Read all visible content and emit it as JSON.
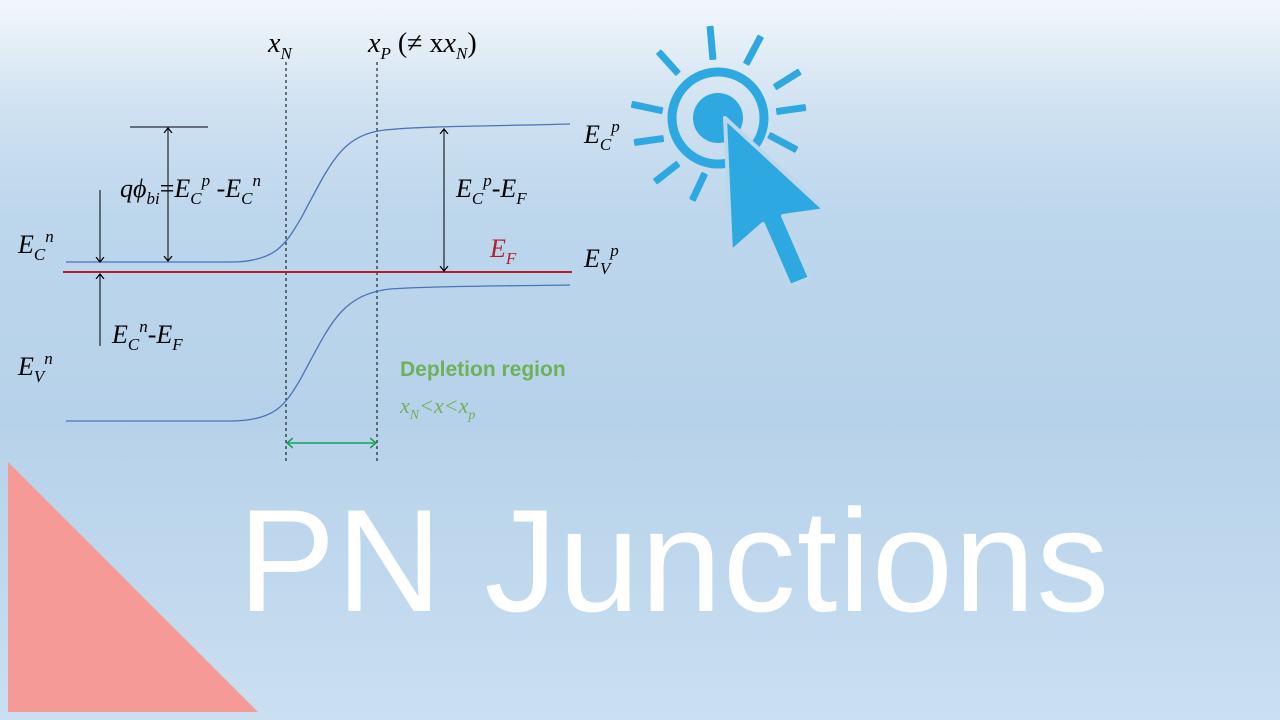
{
  "title": "PN Junctions",
  "diagram": {
    "boundary_left": {
      "base": "x",
      "sub": "N"
    },
    "boundary_right": {
      "base": "x",
      "sub": "P",
      "note": "(≠ x",
      "note_sub": "N",
      "note_close": ")"
    },
    "builtin_potential": {
      "q": "q",
      "phi": "ϕ",
      "phi_sub": "bi",
      "eq": "=",
      "e1": "E",
      "e1_sub": "C",
      "e1_sup": "p",
      "minus": " -",
      "e2": "E",
      "e2_sub": "C",
      "e2_sup": "n"
    },
    "ec_n": {
      "base": "E",
      "sub": "C",
      "sup": "n"
    },
    "ev_n": {
      "base": "E",
      "sub": "V",
      "sup": "n"
    },
    "ec_p": {
      "base": "E",
      "sub": "C",
      "sup": "p"
    },
    "ev_p": {
      "base": "E",
      "sub": "V",
      "sup": "p"
    },
    "fermi": {
      "base": "E",
      "sub": "F"
    },
    "ecp_minus_ef": {
      "e1": "E",
      "e1_sub": "C",
      "e1_sup": "p",
      "minus": "-",
      "e2": "E",
      "e2_sub": "F"
    },
    "ecn_minus_ef": {
      "e1": "E",
      "e1_sub": "C",
      "e1_sup": "n",
      "minus": "-",
      "e2": "E",
      "e2_sub": "F"
    },
    "depletion_label": "Depletion region",
    "depletion_range": {
      "a": "x",
      "a_sub": "N",
      "lt1": "<",
      "b": "x",
      "lt2": "<",
      "c": "x",
      "c_sub": "p"
    }
  },
  "colors": {
    "band_line": "#4a74b6",
    "fermi_line": "#b01f2c",
    "fermi_label": "#b01f2c",
    "depletion_text": "#6fb05a",
    "depletion_arrow": "#1aa05a",
    "title": "#ffffff",
    "corner_triangle": "#f59a96",
    "cursor_icon": "#2ea8e0"
  },
  "icons": [
    "click-cursor-icon",
    "corner-triangle-decoration"
  ]
}
